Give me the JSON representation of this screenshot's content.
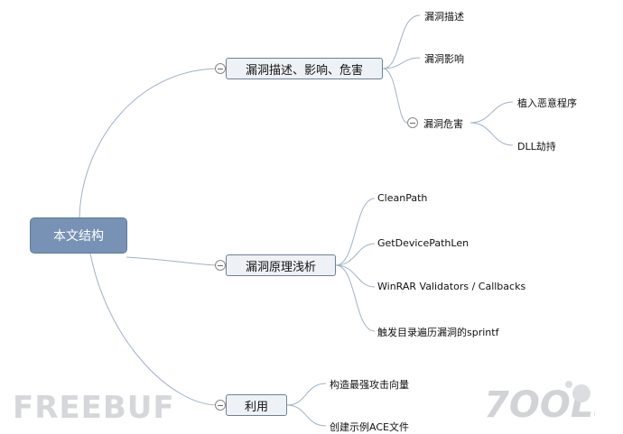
{
  "root": {
    "label": "本文结构"
  },
  "branches": [
    {
      "label": "漏洞描述、影响、危害",
      "children": [
        {
          "label": "漏洞描述"
        },
        {
          "label": "漏洞影响"
        },
        {
          "label": "漏洞危害",
          "children": [
            {
              "label": "植入恶意程序"
            },
            {
              "label": "DLL劫持"
            }
          ]
        }
      ]
    },
    {
      "label": "漏洞原理浅析",
      "children": [
        {
          "label": "CleanPath"
        },
        {
          "label": "GetDevicePathLen"
        },
        {
          "label": "WinRAR Validators / Callbacks"
        },
        {
          "label": "触发目录遍历漏洞的sprintf"
        }
      ]
    },
    {
      "label": "利用",
      "children": [
        {
          "label": "构造最强攻击向量"
        },
        {
          "label": "创建示例ACE文件"
        }
      ]
    }
  ],
  "watermarks": {
    "left": "FREEBUF",
    "right": "7OOLS"
  },
  "colors": {
    "root_fill": "#7792b4",
    "branch_fill": "#eef1f5",
    "connector": "#9fb2c8"
  }
}
